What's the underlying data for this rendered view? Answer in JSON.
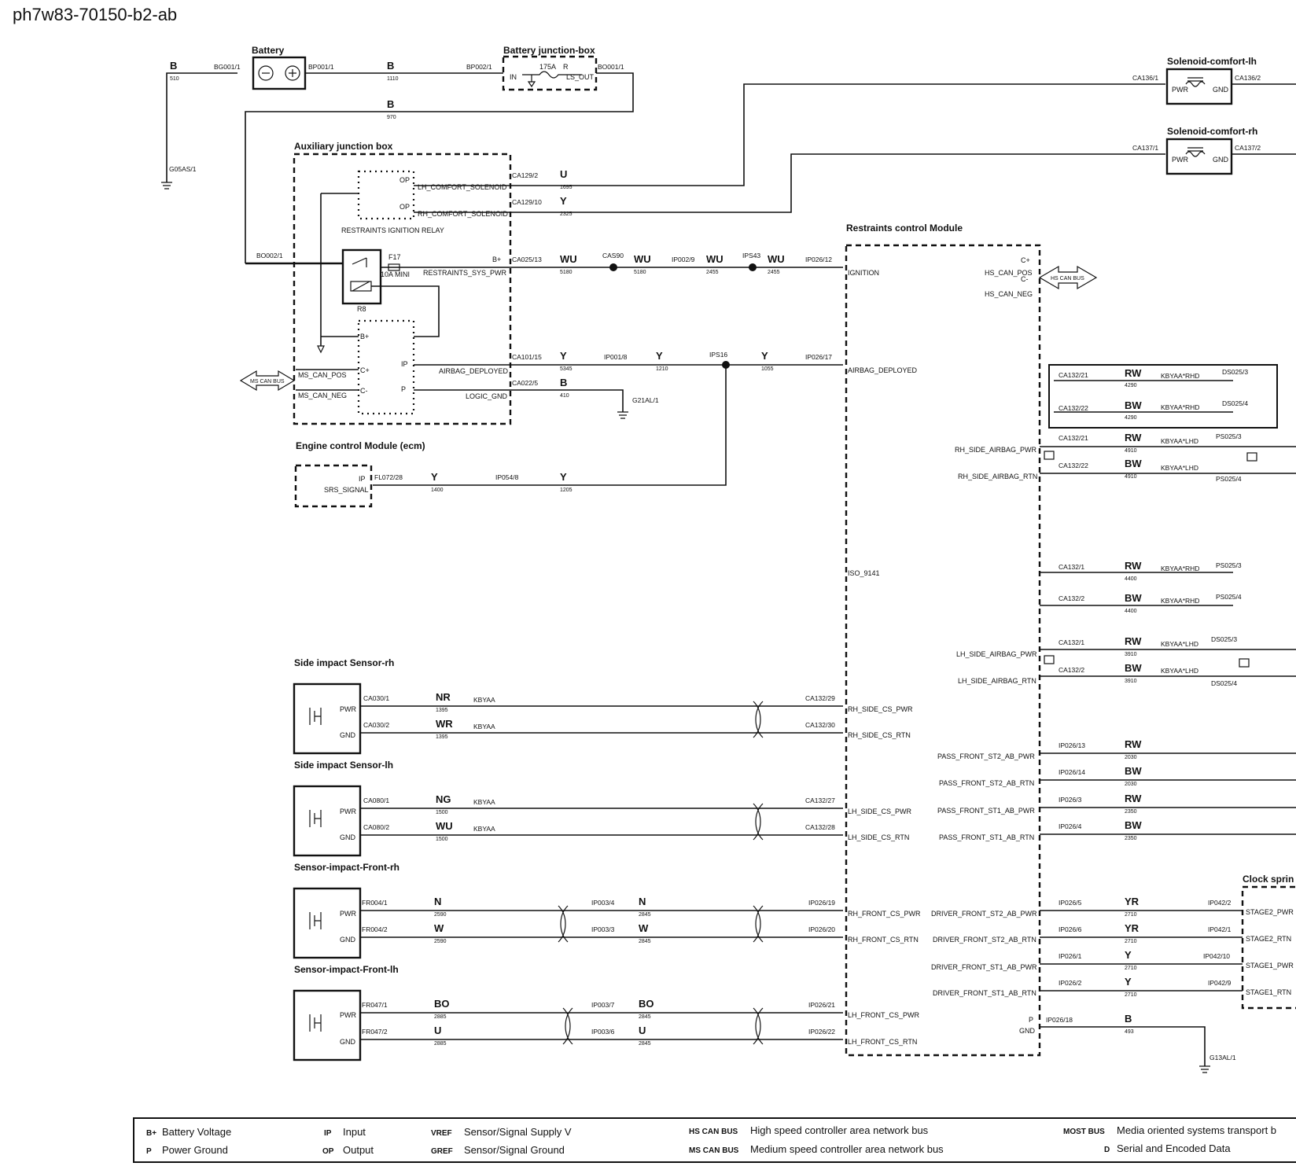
{
  "title": "ph7w83-70150-b2-ab",
  "components": {
    "battery": "Battery",
    "bjb": "Battery junction-box",
    "ajb": "Auxiliary junction box",
    "relay": "RESTRAINTS IGNITION RELAY",
    "relay_ref": "R8",
    "fuse": "F17",
    "fuse_rating": "10A MINI",
    "bjb_fuse": "175A",
    "bjb_fuse_r": "R",
    "bjb_in": "IN",
    "bjb_out": "LS_OUT",
    "rcm": "Restraints control Module",
    "ecm": "Engine control Module (ecm)",
    "sol_lh": "Solenoid-comfort-lh",
    "sol_rh": "Solenoid-comfort-rh",
    "sis_rh": "Side impact Sensor-rh",
    "sis_lh": "Side impact Sensor-lh",
    "sif_rh": "Sensor-impact-Front-rh",
    "sif_lh": "Sensor-impact-Front-lh",
    "clock": "Clock sprin",
    "ms_can": "MS CAN BUS",
    "hs_can": "HS CAN BUS"
  },
  "pins": {
    "op": "OP",
    "ip": "IP",
    "p": "P",
    "bplus": "B+",
    "cplus": "C+",
    "cminus": "C-",
    "pwr": "PWR",
    "gnd": "GND",
    "lh_comfort": "LH_COMFORT_SOLENOID",
    "rh_comfort": "RH_COMFORT_SOLENOID",
    "rest_pwr": "RESTRAINTS_SYS_PWR",
    "airbag_dep": "AIRBAG_DEPLOYED",
    "logic_gnd": "LOGIC_GND",
    "ms_can_pos": "MS_CAN_POS",
    "ms_can_neg": "MS_CAN_NEG",
    "srs": "SRS_SIGNAL",
    "ignition": "IGNITION",
    "rcm_airbag": "AIRBAG_DEPLOYED",
    "iso": "ISO_9141",
    "hs_can_pos": "HS_CAN_POS",
    "hs_can_neg": "HS_CAN_NEG",
    "rh_side_cs_pwr": "RH_SIDE_CS_PWR",
    "rh_side_cs_rtn": "RH_SIDE_CS_RTN",
    "lh_side_cs_pwr": "LH_SIDE_CS_PWR",
    "lh_side_cs_rtn": "LH_SIDE_CS_RTN",
    "rh_front_cs_pwr": "RH_FRONT_CS_PWR",
    "rh_front_cs_rtn": "RH_FRONT_CS_RTN",
    "lh_front_cs_pwr": "LH_FRONT_CS_PWR",
    "lh_front_cs_rtn": "LH_FRONT_CS_RTN",
    "rh_side_ab_pwr": "RH_SIDE_AIRBAG_PWR",
    "rh_side_ab_rtn": "RH_SIDE_AIRBAG_RTN",
    "lh_side_ab_pwr": "LH_SIDE_AIRBAG_PWR",
    "lh_side_ab_rtn": "LH_SIDE_AIRBAG_RTN",
    "pf_st2_pwr": "PASS_FRONT_ST2_AB_PWR",
    "pf_st2_rtn": "PASS_FRONT_ST2_AB_RTN",
    "pf_st1_pwr": "PASS_FRONT_ST1_AB_PWR",
    "pf_st1_rtn": "PASS_FRONT_ST1_AB_RTN",
    "df_st2_pwr": "DRIVER_FRONT_ST2_AB_PWR",
    "df_st2_rtn": "DRIVER_FRONT_ST2_AB_RTN",
    "df_st1_pwr": "DRIVER_FRONT_ST1_AB_PWR",
    "df_st1_rtn": "DRIVER_FRONT_ST1_AB_RTN",
    "stage2_pwr": "STAGE2_PWR",
    "stage2_rtn": "STAGE2_RTN",
    "stage1_pwr": "STAGE1_PWR",
    "stage1_rtn": "STAGE1_RTN"
  },
  "connectors": {
    "bg001": "BG001/1",
    "bp001": "BP001/1",
    "bp002": "BP002/1",
    "bo001": "BO001/1",
    "g05as": "G05AS/1",
    "bo002": "BO002/1",
    "ca129_2": "CA129/2",
    "ca129_10": "CA129/10",
    "ca025_13": "CA025/13",
    "ca101_15": "CA101/15",
    "ca022_5": "CA022/5",
    "cas90": "CAS90",
    "ip002_9": "IP002/9",
    "ips43": "IPS43",
    "ip026_12": "IP026/12",
    "ip001_8": "IP001/8",
    "ips16": "IPS16",
    "ip026_17": "IP026/17",
    "g21al": "G21AL/1",
    "fl072": "FL072/28",
    "ip054": "IP054/8",
    "ca136_1": "CA136/1",
    "ca136_2": "CA136/2",
    "ca137_1": "CA137/1",
    "ca137_2": "CA137/2",
    "ca030_1": "CA030/1",
    "ca030_2": "CA030/2",
    "ca132_29": "CA132/29",
    "ca132_30": "CA132/30",
    "ca080_1": "CA080/1",
    "ca080_2": "CA080/2",
    "ca132_27": "CA132/27",
    "ca132_28": "CA132/28",
    "fr004_1": "FR004/1",
    "fr004_2": "FR004/2",
    "ip003_4": "IP003/4",
    "ip003_3": "IP003/3",
    "ip026_19": "IP026/19",
    "ip026_20": "IP026/20",
    "fr047_1": "FR047/1",
    "fr047_2": "FR047/2",
    "ip003_7": "IP003/7",
    "ip003_6": "IP003/6",
    "ip026_21": "IP026/21",
    "ip026_22": "IP026/22",
    "ca132_21": "CA132/21",
    "ca132_22": "CA132/22",
    "ds025_3": "DS025/3",
    "ds025_4": "DS025/4",
    "ps025_3": "PS025/3",
    "ps025_4": "PS025/4",
    "ca132_1": "CA132/1",
    "ca132_2": "CA132/2",
    "ip026_13": "IP026/13",
    "ip026_14": "IP026/14",
    "ip026_3": "IP026/3",
    "ip026_4": "IP026/4",
    "ip026_5": "IP026/5",
    "ip026_6": "IP026/6",
    "ip026_1": "IP026/1",
    "ip026_2": "IP026/2",
    "ip042_2": "IP042/2",
    "ip042_1": "IP042/1",
    "ip042_10": "IP042/10",
    "ip042_9": "IP042/9",
    "ip026_18": "IP026/18",
    "g13al": "G13AL/1"
  },
  "options": {
    "kbyaa": "KBYAA",
    "rhd": "KBYAA*RHD",
    "lhd": "KBYAA*LHD"
  },
  "wires": {
    "w510": {
      "c": "B",
      "n": "510"
    },
    "w1110": {
      "c": "B",
      "n": "1110"
    },
    "w970": {
      "c": "B",
      "n": "970"
    },
    "w1695": {
      "c": "U",
      "n": "1695"
    },
    "w2325": {
      "c": "Y",
      "n": "2325"
    },
    "w5180a": {
      "c": "WU",
      "n": "5180"
    },
    "w5180b": {
      "c": "WU",
      "n": "5180"
    },
    "w2455a": {
      "c": "WU",
      "n": "2455"
    },
    "w2455b": {
      "c": "WU",
      "n": "2455"
    },
    "w5345": {
      "c": "Y",
      "n": "5345"
    },
    "w1210": {
      "c": "Y",
      "n": "1210"
    },
    "w1055": {
      "c": "Y",
      "n": "1055"
    },
    "w410": {
      "c": "B",
      "n": "410"
    },
    "w1400": {
      "c": "Y",
      "n": "1400"
    },
    "w1205": {
      "c": "Y",
      "n": "1205"
    },
    "w1395a": {
      "c": "NR",
      "n": "1395"
    },
    "w1395b": {
      "c": "WR",
      "n": "1395"
    },
    "w1500a": {
      "c": "NG",
      "n": "1500"
    },
    "w1500b": {
      "c": "WU",
      "n": "1500"
    },
    "w2590a": {
      "c": "N",
      "n": "2590"
    },
    "w2845a": {
      "c": "N",
      "n": "2845"
    },
    "w2590b": {
      "c": "W",
      "n": "2590"
    },
    "w2845b": {
      "c": "W",
      "n": "2845"
    },
    "w2885a": {
      "c": "BO",
      "n": "2885"
    },
    "w2845c": {
      "c": "BO",
      "n": "2845"
    },
    "w2885b": {
      "c": "U",
      "n": "2885"
    },
    "w2845d": {
      "c": "U",
      "n": "2845"
    },
    "w4290a": {
      "c": "RW",
      "n": "4290"
    },
    "w4290b": {
      "c": "BW",
      "n": "4290"
    },
    "w4910a": {
      "c": "RW",
      "n": "4910"
    },
    "w4910b": {
      "c": "BW",
      "n": "4910"
    },
    "w4400a": {
      "c": "RW",
      "n": "4400"
    },
    "w4400b": {
      "c": "BW",
      "n": "4400"
    },
    "w3910a": {
      "c": "RW",
      "n": "3910"
    },
    "w3910b": {
      "c": "BW",
      "n": "3910"
    },
    "w2030a": {
      "c": "RW",
      "n": "2030"
    },
    "w2030b": {
      "c": "BW",
      "n": "2030"
    },
    "w2350a": {
      "c": "RW",
      "n": "2350"
    },
    "w2350b": {
      "c": "BW",
      "n": "2350"
    },
    "w2710a": {
      "c": "YR",
      "n": "2710"
    },
    "w2710b": {
      "c": "YR",
      "n": "2710"
    },
    "w2710c": {
      "c": "Y",
      "n": "2710"
    },
    "w2710d": {
      "c": "Y",
      "n": "2710"
    },
    "w493": {
      "c": "B",
      "n": "493"
    }
  },
  "legend": [
    {
      "k": "B+",
      "v": "Battery Voltage"
    },
    {
      "k": "P",
      "v": "Power Ground"
    },
    {
      "k": "IP",
      "v": "Input"
    },
    {
      "k": "OP",
      "v": "Output"
    },
    {
      "k": "VREF",
      "v": "Sensor/Signal Supply V"
    },
    {
      "k": "GREF",
      "v": "Sensor/Signal Ground"
    },
    {
      "k": "HS CAN BUS",
      "v": "High speed controller area network bus"
    },
    {
      "k": "MS CAN BUS",
      "v": "Medium speed controller area network bus"
    },
    {
      "k": "MOST BUS",
      "v": "Media oriented systems transport b"
    },
    {
      "k": "D",
      "v": "Serial and Encoded Data"
    }
  ]
}
